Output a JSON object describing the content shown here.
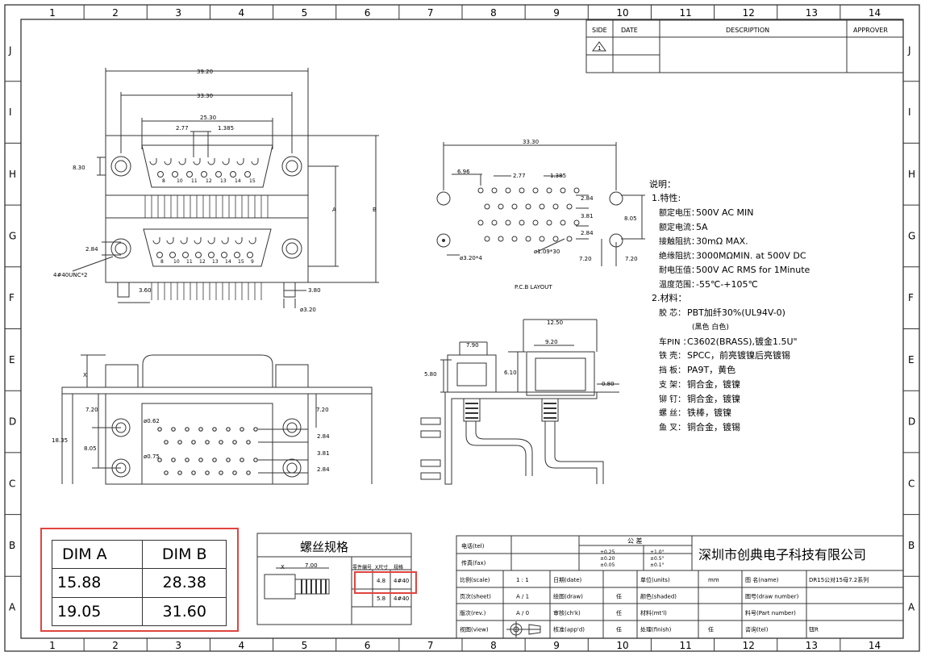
{
  "frame": {
    "col_numbers": [
      "1",
      "2",
      "3",
      "4",
      "5",
      "6",
      "7",
      "8",
      "9",
      "10",
      "11",
      "12",
      "13",
      "14"
    ],
    "row_letters": [
      "J",
      "I",
      "H",
      "G",
      "F",
      "E",
      "D",
      "C",
      "B",
      "A"
    ]
  },
  "revision_table": {
    "headers": [
      "SIDE",
      "DATE",
      "DESCRIPTION",
      "APPROVER"
    ],
    "row1_side": "1"
  },
  "front_view": {
    "dims": {
      "w39": "39.20",
      "w33": "33.30",
      "w25": "25.30",
      "p277": "2.77",
      "p1385": "1.385",
      "h830": "8.30",
      "d284": "2.84",
      "screw": "4#40UNC*2",
      "d360": "3.60",
      "d380": "3.80",
      "d320": "ø3.20",
      "A": "A",
      "B": "B"
    },
    "top_pins": [
      "8",
      "10",
      "11",
      "12",
      "13",
      "14",
      "15"
    ],
    "bottom_pins": [
      "8",
      "10",
      "11",
      "12",
      "13",
      "14",
      "15",
      "9"
    ]
  },
  "pcb_layout": {
    "dims": {
      "w33": "33.30",
      "d696": "6.96",
      "p277": "2.77",
      "p1385": "1.385",
      "d284a": "2.84",
      "d381": "3.81",
      "d284b": "2.84",
      "d805": "8.05",
      "d720a": "7.20",
      "d720b": "7.20",
      "hole320": "ø3.20*4",
      "hole109": "ø1.09*30"
    },
    "label": "P.C.B LAYOUT"
  },
  "notes": {
    "title": "说明：",
    "section1": "1.特性:",
    "items1": [
      {
        "label": "额定电压：",
        "value": "500V AC MIN"
      },
      {
        "label": "额定电流：",
        "value": "5A"
      },
      {
        "label": "接触阻抗：",
        "value": "30mΩ MAX."
      },
      {
        "label": "绝缘阻抗：",
        "value": "3000MΩMIN. at 500V DC"
      },
      {
        "label": "耐电压值：",
        "value": "500V AC RMS for 1Minute"
      },
      {
        "label": "温度范围：",
        "value": "-55℃-+105℃"
      }
    ],
    "section2": "2.材料：",
    "items2": [
      {
        "label": "胶 芯：",
        "value": "PBT加纤30%(UL94V-0)"
      },
      {
        "label": "",
        "value": "(黑色 白色)"
      },
      {
        "label": "车PIN ：",
        "value": "C3602(BRASS),镀金1.5U\""
      },
      {
        "label": "铁 壳：",
        "value": "SPCC，前亮镀镍后亮镀锡"
      },
      {
        "label": "挡 板：",
        "value": "PA9T，黄色"
      },
      {
        "label": "支 架：",
        "value": "铜合金，镀镍"
      },
      {
        "label": "铆 钉：",
        "value": "铜合金，镀镍"
      },
      {
        "label": "螺 丝：",
        "value": "铁棒，镀镍"
      },
      {
        "label": "鱼 叉：",
        "value": "铜合金，镀锡"
      }
    ]
  },
  "bottom_view": {
    "dims": {
      "x": "X",
      "d720a": "7.20",
      "d720b": "7.20",
      "d1835": "18.35",
      "d805": "8.05",
      "d062": "ø0.62",
      "d075": "ø0.75",
      "d284a": "2.84",
      "d381": "3.81",
      "d284b": "2.84"
    }
  },
  "side_view": {
    "dims": {
      "d1250": "12.50",
      "d790": "7.90",
      "d920": "9.20",
      "d580": "5.80",
      "d610": "6.10",
      "d080": "0.80"
    }
  },
  "dim_table": {
    "headers": [
      "DIM A",
      "DIM B"
    ],
    "rows": [
      [
        "15.88",
        "28.38"
      ],
      [
        "19.05",
        "31.60"
      ]
    ]
  },
  "screw_table": {
    "title": "螺丝规格",
    "x_label": "X",
    "len": "7.00",
    "headers": [
      "零件编号",
      "X尺寸",
      "规格"
    ],
    "rows": [
      [
        "",
        "4.8",
        "4#40"
      ],
      [
        "",
        "5.8",
        "4#40"
      ]
    ]
  },
  "title_block": {
    "tel": "电话(tel)",
    "fax": "传真(fax)",
    "tolerance_title": "公 差",
    "tol_col1": [
      "±0.25",
      "±0.20",
      "±0.05"
    ],
    "tol_col2": [
      "±1.0°",
      "±0.5°",
      "±0.1°"
    ],
    "company": "深圳市创典电子科技有限公司",
    "rows": [
      [
        "比例(scale)",
        "1 : 1",
        "日期(date)",
        "",
        "单位(units)",
        "mm",
        "图 名(name)",
        "DR15公对15母7.2系列"
      ],
      [
        "页次(sheet)",
        "A / 1",
        "绘图(draw)",
        "任",
        "颜色(shaded)",
        "",
        "图号(draw number)",
        ""
      ],
      [
        "版次(rev.)",
        "A / 0",
        "审核(ch'k)",
        "任",
        "材料(mt'l)",
        "",
        "料号(Part number)",
        ""
      ],
      [
        "视图(view)",
        "",
        "核准(app'd)",
        "任",
        "处理(finish)",
        "任",
        "咨询(tel)",
        "钮R"
      ]
    ]
  }
}
